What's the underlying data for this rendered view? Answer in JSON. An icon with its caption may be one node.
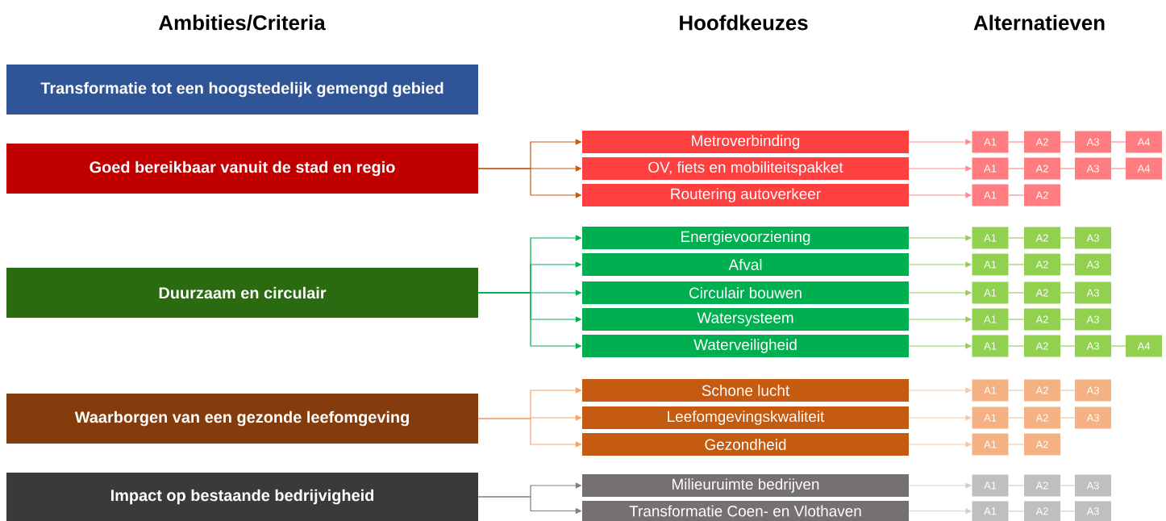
{
  "diagram": {
    "nodes": [
      {
        "text": [
          "Transformatie tot een hoogstedelijk gemengd gebied"
        ]
      },
      {
        "text": [
          "Goed bereikbaar vanuit de stad en regio"
        ]
      },
      {
        "text": [
          "Duurzaam en circulair"
        ]
      },
      {
        "text": [
          "Waarborgen van een gezonde leefomgeving"
        ]
      },
      {
        "text": [
          "Impact op bestaande bedrijvigheid"
        ]
      },
      {
        "text": [
          "Metroverbinding"
        ]
      },
      {
        "text": [
          "A1"
        ]
      },
      {
        "text": [
          "A2"
        ]
      },
      {
        "text": [
          "A3"
        ]
      },
      {
        "text": [
          "A4"
        ]
      },
      {
        "text": [
          "OV, fiets en mobiliteitspakket"
        ]
      },
      {
        "text": [
          "A1"
        ]
      },
      {
        "text": [
          "A2"
        ]
      },
      {
        "text": [
          "A3"
        ]
      },
      {
        "text": [
          "A4"
        ]
      },
      {
        "text": [
          "Routering autoverkeer"
        ]
      },
      {
        "text": [
          "A1"
        ]
      },
      {
        "text": [
          "A2"
        ]
      },
      {
        "text": [
          "Energievoorziening"
        ]
      },
      {
        "text": [
          "A1"
        ]
      },
      {
        "text": [
          "A2"
        ]
      },
      {
        "text": [
          "A3"
        ]
      },
      {
        "text": [
          "Afval"
        ]
      },
      {
        "text": [
          "A1"
        ]
      },
      {
        "text": [
          "A2"
        ]
      },
      {
        "text": [
          "A3"
        ]
      },
      {
        "text": [
          "Circulair bouwen"
        ]
      },
      {
        "text": [
          "A1"
        ]
      },
      {
        "text": [
          "A2"
        ]
      },
      {
        "text": [
          "A3"
        ]
      },
      {
        "text": [
          "Watersysteem"
        ]
      },
      {
        "text": [
          "A1"
        ]
      },
      {
        "text": [
          "A2"
        ]
      },
      {
        "text": [
          "A3"
        ]
      },
      {
        "text": [
          "Waterveiligheid"
        ]
      },
      {
        "text": [
          "A1"
        ]
      },
      {
        "text": [
          "A2"
        ]
      },
      {
        "text": [
          "A3"
        ]
      },
      {
        "text": [
          "A4"
        ]
      },
      {
        "text": [
          "Schone lucht"
        ]
      },
      {
        "text": [
          "A1"
        ]
      },
      {
        "text": [
          "A2"
        ]
      },
      {
        "text": [
          "A3"
        ]
      },
      {
        "text": [
          "Leefomgevingskwaliteit"
        ]
      },
      {
        "text": [
          "A1"
        ]
      },
      {
        "text": [
          "A2"
        ]
      },
      {
        "text": [
          "A3"
        ]
      },
      {
        "text": [
          "Gezondheid"
        ]
      },
      {
        "text": [
          "A1"
        ]
      },
      {
        "text": [
          "A2"
        ]
      },
      {
        "text": [
          "Milieuruimte bedrijven"
        ]
      },
      {
        "text": [
          "A1"
        ]
      },
      {
        "text": [
          "A2"
        ]
      },
      {
        "text": [
          "A3"
        ]
      },
      {
        "text": [
          "Transformatie Coen- en Vlothaven"
        ]
      },
      {
        "text": [
          "A1"
        ]
      },
      {
        "text": [
          "A2"
        ]
      },
      {
        "text": [
          "A3"
        ]
      }
    ],
    "edges": [
      {
        "from": 1,
        "to": 5,
        "arrow": "to",
        "color": "#c55a11"
      },
      {
        "from": 1,
        "to": 10,
        "arrow": "to",
        "color": "#c55a11"
      },
      {
        "from": 1,
        "to": 15,
        "arrow": "to",
        "color": "#c55a11"
      },
      {
        "from": 5,
        "to": 6,
        "arrow": "to",
        "color": "#ff8c8f"
      },
      {
        "from": 6,
        "to": 7,
        "arrow": "none",
        "color": "#ff8c8f"
      },
      {
        "from": 7,
        "to": 8,
        "arrow": "none",
        "color": "#ff8c8f"
      },
      {
        "from": 8,
        "to": 9,
        "arrow": "none",
        "color": "#ff8c8f"
      },
      {
        "from": 10,
        "to": 11,
        "arrow": "to",
        "color": "#ff8c8f"
      },
      {
        "from": 11,
        "to": 12,
        "arrow": "none",
        "color": "#ff8c8f"
      },
      {
        "from": 12,
        "to": 13,
        "arrow": "none",
        "color": "#ff8c8f"
      },
      {
        "from": 13,
        "to": 14,
        "arrow": "none",
        "color": "#ff8c8f"
      },
      {
        "from": 15,
        "to": 16,
        "arrow": "to",
        "color": "#ff8c8f"
      },
      {
        "from": 16,
        "to": 17,
        "arrow": "none",
        "color": "#ff8c8f"
      },
      {
        "from": 2,
        "to": 18,
        "arrow": "to",
        "color": "#00b050"
      },
      {
        "from": 2,
        "to": 22,
        "arrow": "to",
        "color": "#00b050"
      },
      {
        "from": 2,
        "to": 26,
        "arrow": "to",
        "color": "#00b050"
      },
      {
        "from": 2,
        "to": 30,
        "arrow": "to",
        "color": "#00b050"
      },
      {
        "from": 2,
        "to": 34,
        "arrow": "to",
        "color": "#00b050"
      },
      {
        "from": 18,
        "to": 19,
        "arrow": "to",
        "color": "#92d050"
      },
      {
        "from": 19,
        "to": 20,
        "arrow": "none",
        "color": "#92d050"
      },
      {
        "from": 20,
        "to": 21,
        "arrow": "none",
        "color": "#92d050"
      },
      {
        "from": 22,
        "to": 23,
        "arrow": "to",
        "color": "#92d050"
      },
      {
        "from": 23,
        "to": 24,
        "arrow": "none",
        "color": "#92d050"
      },
      {
        "from": 24,
        "to": 25,
        "arrow": "none",
        "color": "#92d050"
      },
      {
        "from": 26,
        "to": 27,
        "arrow": "to",
        "color": "#92d050"
      },
      {
        "from": 27,
        "to": 28,
        "arrow": "none",
        "color": "#92d050"
      },
      {
        "from": 28,
        "to": 29,
        "arrow": "none",
        "color": "#92d050"
      },
      {
        "from": 30,
        "to": 31,
        "arrow": "to",
        "color": "#92d050"
      },
      {
        "from": 31,
        "to": 32,
        "arrow": "none",
        "color": "#92d050"
      },
      {
        "from": 32,
        "to": 33,
        "arrow": "none",
        "color": "#92d050"
      },
      {
        "from": 34,
        "to": 35,
        "arrow": "to",
        "color": "#92d050"
      },
      {
        "from": 35,
        "to": 36,
        "arrow": "none",
        "color": "#92d050"
      },
      {
        "from": 36,
        "to": 37,
        "arrow": "none",
        "color": "#92d050"
      },
      {
        "from": 37,
        "to": 38,
        "arrow": "none",
        "color": "#92d050"
      },
      {
        "from": 3,
        "to": 39,
        "arrow": "to",
        "color": "#f4a46a"
      },
      {
        "from": 3,
        "to": 43,
        "arrow": "to",
        "color": "#f4a46a"
      },
      {
        "from": 3,
        "to": 47,
        "arrow": "to",
        "color": "#f4a46a"
      },
      {
        "from": 39,
        "to": 40,
        "arrow": "to",
        "color": "#f8c7a3"
      },
      {
        "from": 40,
        "to": 41,
        "arrow": "none",
        "color": "#f8c7a3"
      },
      {
        "from": 41,
        "to": 42,
        "arrow": "none",
        "color": "#f8c7a3"
      },
      {
        "from": 43,
        "to": 44,
        "arrow": "to",
        "color": "#f8c7a3"
      },
      {
        "from": 44,
        "to": 45,
        "arrow": "none",
        "color": "#f8c7a3"
      },
      {
        "from": 45,
        "to": 46,
        "arrow": "none",
        "color": "#f8c7a3"
      },
      {
        "from": 47,
        "to": 48,
        "arrow": "to",
        "color": "#f8c7a3"
      },
      {
        "from": 48,
        "to": 49,
        "arrow": "none",
        "color": "#f8c7a3"
      },
      {
        "from": 4,
        "to": 50,
        "arrow": "to",
        "color": "#7f7f7f"
      },
      {
        "from": 4,
        "to": 54,
        "arrow": "to",
        "color": "#7f7f7f"
      },
      {
        "from": 50,
        "to": 51,
        "arrow": "to",
        "color": "#d0d0d0"
      },
      {
        "from": 51,
        "to": 52,
        "arrow": "none",
        "color": "#d0d0d0"
      },
      {
        "from": 52,
        "to": 53,
        "arrow": "none",
        "color": "#d0d0d0"
      },
      {
        "from": 54,
        "to": 55,
        "arrow": "to",
        "color": "#d0d0d0"
      },
      {
        "from": 55,
        "to": 56,
        "arrow": "none",
        "color": "#d0d0d0"
      },
      {
        "from": 56,
        "to": 57,
        "arrow": "none",
        "color": "#d0d0d0"
      }
    ],
    "labels": [
      "Ambities/Criteria",
      "Hoofdkeuzes",
      "Alternatieven"
    ]
  }
}
